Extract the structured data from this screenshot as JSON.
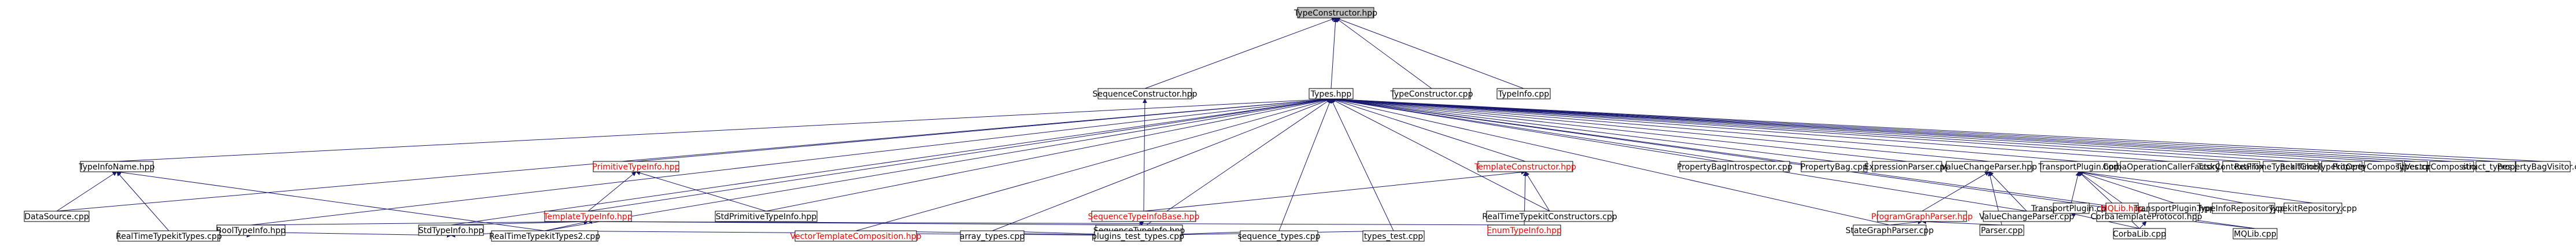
{
  "colors": {
    "edge": "#191970",
    "border": "#000000",
    "root_fill": "#bfbfbf",
    "node_fill": "#ffffff",
    "text_normal": "#000000",
    "text_red": "#ff0000"
  },
  "nodes": [
    {
      "id": "TypeConstructor.hpp",
      "label": "TypeConstructor.hpp",
      "root": true
    },
    {
      "id": "SequenceConstructor.hpp",
      "label": "SequenceConstructor.hpp"
    },
    {
      "id": "Types.hpp",
      "label": "Types.hpp"
    },
    {
      "id": "TypeConstructor.cpp",
      "label": "TypeConstructor.cpp"
    },
    {
      "id": "TypeInfo.cpp",
      "label": "TypeInfo.cpp"
    },
    {
      "id": "TypeInfoName.hpp",
      "label": "TypeInfoName.hpp"
    },
    {
      "id": "PrimitiveTypeInfo.hpp",
      "label": "PrimitiveTypeInfo.hpp",
      "red": true
    },
    {
      "id": "TemplateConstructor.hpp",
      "label": "TemplateConstructor.hpp",
      "red": true
    },
    {
      "id": "PropertyBagIntrospector.cpp",
      "label": "PropertyBagIntrospector.cpp"
    },
    {
      "id": "PropertyBag.cpp",
      "label": "PropertyBag.cpp"
    },
    {
      "id": "ExpressionParser.cpp",
      "label": "ExpressionParser.cpp"
    },
    {
      "id": "ValueChangeParser.hpp",
      "label": "ValueChangeParser.hpp"
    },
    {
      "id": "TransportPlugin.hpp",
      "label": "TransportPlugin.hpp"
    },
    {
      "id": "CorbaOperationCallerFactory.cpp",
      "label": "CorbaOperationCallerFactory.cpp"
    },
    {
      "id": "TaskContextProxy.cpp",
      "label": "TaskContextProxy.cpp"
    },
    {
      "id": "RealTimeTypekitGlobals.cpp",
      "label": "RealTimeTypekitGlobals.cpp"
    },
    {
      "id": "RealTimeTypekitOperators.cpp",
      "label": "RealTimeTypekitOperators.cpp"
    },
    {
      "id": "PropertyComposition.cpp",
      "label": "PropertyComposition.cpp"
    },
    {
      "id": "Types.cpp",
      "label": "Types.cpp"
    },
    {
      "id": "VectorComposition.cpp",
      "label": "VectorComposition.cpp"
    },
    {
      "id": "struct_types.cpp",
      "label": "struct_types.cpp"
    },
    {
      "id": "PropertyBagVisitor.cpp",
      "label": "PropertyBagVisitor.cpp"
    },
    {
      "id": "DataSource.cpp",
      "label": "DataSource.cpp"
    },
    {
      "id": "TemplateTypeInfo.hpp",
      "label": "TemplateTypeInfo.hpp",
      "red": true
    },
    {
      "id": "StdPrimitiveTypeInfo.hpp",
      "label": "StdPrimitiveTypeInfo.hpp"
    },
    {
      "id": "SequenceTypeInfoBase.hpp",
      "label": "SequenceTypeInfoBase.hpp",
      "red": true
    },
    {
      "id": "RealTimeTypekitConstructors.cpp",
      "label": "RealTimeTypekitConstructors.cpp"
    },
    {
      "id": "ProgramGraphParser.hpp",
      "label": "ProgramGraphParser.hpp",
      "red": true
    },
    {
      "id": "ValueChangeParser.cpp",
      "label": "ValueChangeParser.cpp"
    },
    {
      "id": "CorbaTemplateProtocol.hpp",
      "label": "CorbaTemplateProtocol.hpp"
    },
    {
      "id": "TransportPlugin.cpp",
      "label": "TransportPlugin.cpp"
    },
    {
      "id": "MQLib.hpp",
      "label": "MQLib.hpp",
      "red": true
    },
    {
      "id": "TransportPlugin.hpp2",
      "label": "TransportPlugin.hpp"
    },
    {
      "id": "TypeInfoRepository.cpp",
      "label": "TypeInfoRepository.cpp"
    },
    {
      "id": "TypekitRepository.cpp",
      "label": "TypekitRepository.cpp"
    },
    {
      "id": "BoolTypeInfo.hpp",
      "label": "BoolTypeInfo.hpp"
    },
    {
      "id": "StdTypeInfo.hpp",
      "label": "StdTypeInfo.hpp"
    },
    {
      "id": "SequenceTypeInfo.hpp",
      "label": "SequenceTypeInfo.hpp"
    },
    {
      "id": "EnumTypeInfo.hpp",
      "label": "EnumTypeInfo.hpp",
      "red": true
    },
    {
      "id": "StateGraphParser.cpp",
      "label": "StateGraphParser.cpp"
    },
    {
      "id": "Parser.cpp",
      "label": "Parser.cpp"
    },
    {
      "id": "CorbaLib.cpp",
      "label": "CorbaLib.cpp"
    },
    {
      "id": "MQLib.cpp",
      "label": "MQLib.cpp"
    },
    {
      "id": "RealTimeTypekitTypes.cpp",
      "label": "RealTimeTypekitTypes.cpp"
    },
    {
      "id": "RealTimeTypekitTypes2.cpp",
      "label": "RealTimeTypekitTypes2.cpp"
    },
    {
      "id": "VectorTemplateComposition.hpp",
      "label": "VectorTemplateComposition.hpp",
      "red": true
    },
    {
      "id": "array_types.cpp",
      "label": "array_types.cpp"
    },
    {
      "id": "plugins_test_types.cpp",
      "label": "plugins_test_types.cpp"
    },
    {
      "id": "sequence_types.cpp",
      "label": "sequence_types.cpp"
    },
    {
      "id": "types_test.cpp",
      "label": "types_test.cpp"
    }
  ],
  "edges": [
    [
      "SequenceConstructor.hpp",
      "TypeConstructor.hpp"
    ],
    [
      "Types.hpp",
      "TypeConstructor.hpp"
    ],
    [
      "TypeConstructor.cpp",
      "TypeConstructor.hpp"
    ],
    [
      "TypeInfo.cpp",
      "TypeConstructor.hpp"
    ],
    [
      "TypeInfoName.hpp",
      "Types.hpp"
    ],
    [
      "PrimitiveTypeInfo.hpp",
      "Types.hpp"
    ],
    [
      "TemplateConstructor.hpp",
      "Types.hpp"
    ],
    [
      "PropertyBagIntrospector.cpp",
      "Types.hpp"
    ],
    [
      "PropertyBag.cpp",
      "Types.hpp"
    ],
    [
      "ExpressionParser.cpp",
      "Types.hpp"
    ],
    [
      "ValueChangeParser.hpp",
      "Types.hpp"
    ],
    [
      "TransportPlugin.hpp",
      "Types.hpp"
    ],
    [
      "CorbaOperationCallerFactory.cpp",
      "Types.hpp"
    ],
    [
      "TaskContextProxy.cpp",
      "Types.hpp"
    ],
    [
      "RealTimeTypekitGlobals.cpp",
      "Types.hpp"
    ],
    [
      "RealTimeTypekitOperators.cpp",
      "Types.hpp"
    ],
    [
      "PropertyComposition.cpp",
      "Types.hpp"
    ],
    [
      "Types.cpp",
      "Types.hpp"
    ],
    [
      "VectorComposition.cpp",
      "Types.hpp"
    ],
    [
      "struct_types.cpp",
      "Types.hpp"
    ],
    [
      "PropertyBagVisitor.cpp",
      "Types.hpp"
    ],
    [
      "DataSource.cpp",
      "Types.hpp"
    ],
    [
      "StdPrimitiveTypeInfo.hpp",
      "Types.hpp"
    ],
    [
      "TemplateTypeInfo.hpp",
      "Types.hpp"
    ],
    [
      "RealTimeTypekitConstructors.cpp",
      "Types.hpp"
    ],
    [
      "ValueChangeParser.cpp",
      "Types.hpp"
    ],
    [
      "CorbaTemplateProtocol.hpp",
      "Types.hpp"
    ],
    [
      "BoolTypeInfo.hpp",
      "Types.hpp"
    ],
    [
      "StdTypeInfo.hpp",
      "Types.hpp"
    ],
    [
      "RealTimeTypekitTypes2.cpp",
      "Types.hpp"
    ],
    [
      "VectorTemplateComposition.hpp",
      "Types.hpp"
    ],
    [
      "array_types.cpp",
      "Types.hpp"
    ],
    [
      "plugins_test_types.cpp",
      "Types.hpp"
    ],
    [
      "sequence_types.cpp",
      "Types.hpp"
    ],
    [
      "types_test.cpp",
      "Types.hpp"
    ],
    [
      "StateGraphParser.cpp",
      "Types.hpp"
    ],
    [
      "MQLib.cpp",
      "Types.hpp"
    ],
    [
      "DataSource.cpp",
      "TypeInfoName.hpp"
    ],
    [
      "RealTimeTypekitTypes.cpp",
      "TypeInfoName.hpp"
    ],
    [
      "RealTimeTypekitTypes2.cpp",
      "TypeInfoName.hpp"
    ],
    [
      "TemplateTypeInfo.hpp",
      "PrimitiveTypeInfo.hpp"
    ],
    [
      "StdPrimitiveTypeInfo.hpp",
      "PrimitiveTypeInfo.hpp"
    ],
    [
      "SequenceTypeInfoBase.hpp",
      "TemplateConstructor.hpp"
    ],
    [
      "RealTimeTypekitConstructors.cpp",
      "TemplateConstructor.hpp"
    ],
    [
      "EnumTypeInfo.hpp",
      "TemplateConstructor.hpp"
    ],
    [
      "SequenceTypeInfoBase.hpp",
      "SequenceConstructor.hpp"
    ],
    [
      "ProgramGraphParser.hpp",
      "ValueChangeParser.hpp"
    ],
    [
      "ValueChangeParser.cpp",
      "ValueChangeParser.hpp"
    ],
    [
      "Parser.cpp",
      "ValueChangeParser.hpp"
    ],
    [
      "StateGraphParser.cpp",
      "ProgramGraphParser.hpp"
    ],
    [
      "Parser.cpp",
      "ProgramGraphParser.hpp"
    ],
    [
      "TransportPlugin.cpp",
      "TransportPlugin.hpp"
    ],
    [
      "MQLib.hpp",
      "TransportPlugin.hpp"
    ],
    [
      "TransportPlugin.hpp2",
      "TransportPlugin.hpp"
    ],
    [
      "TypeInfoRepository.cpp",
      "TransportPlugin.hpp"
    ],
    [
      "TypekitRepository.cpp",
      "TransportPlugin.hpp"
    ],
    [
      "CorbaLib.cpp",
      "TransportPlugin.hpp"
    ],
    [
      "CorbaLib.cpp",
      "TransportPlugin.cpp"
    ],
    [
      "CorbaLib.cpp",
      "CorbaTemplateProtocol.hpp"
    ],
    [
      "MQLib.cpp",
      "MQLib.hpp"
    ],
    [
      "BoolTypeInfo.hpp",
      "TemplateTypeInfo.hpp"
    ],
    [
      "StdTypeInfo.hpp",
      "TemplateTypeInfo.hpp"
    ],
    [
      "SequenceTypeInfo.hpp",
      "TemplateTypeInfo.hpp"
    ],
    [
      "EnumTypeInfo.hpp",
      "TemplateTypeInfo.hpp"
    ],
    [
      "RealTimeTypekitTypes2.cpp",
      "TemplateTypeInfo.hpp"
    ],
    [
      "SequenceTypeInfo.hpp",
      "SequenceTypeInfoBase.hpp"
    ],
    [
      "RealTimeTypekitTypes.cpp",
      "BoolTypeInfo.hpp"
    ],
    [
      "RealTimeTypekitTypes.cpp",
      "StdTypeInfo.hpp"
    ],
    [
      "RealTimeTypekitTypes2.cpp",
      "StdTypeInfo.hpp"
    ],
    [
      "RealTimeTypekitTypes2.cpp",
      "SequenceTypeInfo.hpp"
    ],
    [
      "VectorTemplateComposition.hpp",
      "SequenceTypeInfo.hpp"
    ],
    [
      "array_types.cpp",
      "SequenceTypeInfo.hpp"
    ],
    [
      "plugins_test_types.cpp",
      "SequenceTypeInfo.hpp"
    ],
    [
      "sequence_types.cpp",
      "SequenceTypeInfo.hpp"
    ],
    [
      "types_test.cpp",
      "SequenceTypeInfo.hpp"
    ]
  ]
}
